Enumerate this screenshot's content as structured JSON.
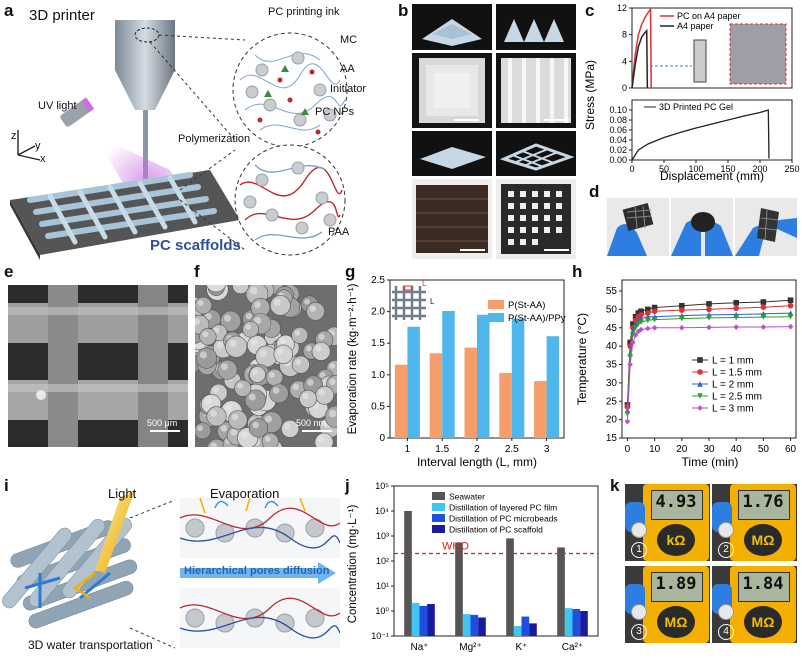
{
  "panels": {
    "a": {
      "letter": "a",
      "printer_label": "3D printer",
      "ink_label": "PC printing ink",
      "components": [
        "MC",
        "AA",
        "Initiator",
        "PC NPs"
      ],
      "uv_label": "UV light",
      "polymerization_label": "Polymerization",
      "paa_label": "PAA",
      "scaffold_label": "PC scaffolds",
      "axes": [
        "z",
        "y",
        "x"
      ]
    },
    "b": {
      "letter": "b"
    },
    "c": {
      "letter": "c"
    },
    "d": {
      "letter": "d"
    },
    "e": {
      "letter": "e",
      "scale_label": "500 μm"
    },
    "f": {
      "letter": "f",
      "scale_label": "500 nm"
    },
    "g": {
      "letter": "g",
      "L_label": "L"
    },
    "h": {
      "letter": "h"
    },
    "i": {
      "letter": "i",
      "light_label": "Light",
      "evaporation_label": "Evaporation",
      "pores_label": "Hierarchical pores diffusion",
      "transport_label": "3D water transportation"
    },
    "j": {
      "letter": "j",
      "who_label": "WHO"
    },
    "k": {
      "letter": "k",
      "readings": [
        {
          "value": "4.93",
          "unit": "kΩ",
          "num": "1"
        },
        {
          "value": "1.76",
          "unit": "MΩ",
          "num": "2"
        },
        {
          "value": "1.89",
          "unit": "MΩ",
          "num": "3"
        },
        {
          "value": "1.84",
          "unit": "MΩ",
          "num": "4"
        }
      ]
    }
  },
  "chart_data": [
    {
      "id": "c-top",
      "type": "line",
      "legend": [
        "PC on A4 paper",
        "A4 paper"
      ],
      "series": [
        {
          "name": "PC on A4 paper",
          "color": "#e03030",
          "x": [
            0,
            0.5,
            1,
            1.5,
            2,
            2.5,
            2.9,
            3.0
          ],
          "y": [
            0,
            5,
            8,
            9.5,
            10.5,
            11.3,
            11.8,
            0
          ]
        },
        {
          "name": "A4 paper",
          "color": "#222222",
          "x": [
            0,
            0.5,
            1,
            1.5,
            2,
            2.3,
            2.4
          ],
          "y": [
            0,
            3.5,
            6.2,
            7.6,
            8.3,
            8.6,
            0
          ]
        }
      ]
    },
    {
      "id": "c-bottom",
      "type": "line",
      "ylabel": "Stress (MPa)",
      "xlabel": "Displacement (mm)",
      "xlim": [
        0,
        250
      ],
      "ylim": [
        0,
        0.12
      ],
      "xticks": [
        0,
        50,
        100,
        150,
        200,
        250
      ],
      "yticks": [
        0,
        0.02,
        0.04,
        0.06,
        0.08,
        0.1
      ],
      "ytick_labels": [
        "0.00",
        "0.02",
        "0.04",
        "0.06",
        "0.08",
        "0.10"
      ],
      "top_yticks": [
        0,
        4,
        8,
        12
      ],
      "series": [
        {
          "name": "3D Printed PC Gel",
          "color": "#222222",
          "x": [
            0,
            10,
            25,
            50,
            75,
            100,
            125,
            150,
            175,
            200,
            213,
            214
          ],
          "y": [
            0,
            0.02,
            0.032,
            0.045,
            0.055,
            0.064,
            0.072,
            0.08,
            0.088,
            0.095,
            0.1,
            0.003
          ]
        }
      ]
    },
    {
      "id": "g",
      "type": "bar",
      "xlabel": "Interval length (L, mm)",
      "ylabel": "Evaporation rate (kg·m⁻²·h⁻¹)",
      "categories": [
        "1",
        "1.5",
        "2",
        "2.5",
        "3"
      ],
      "ylim": [
        0,
        2.5
      ],
      "yticks": [
        0,
        0.5,
        1.0,
        1.5,
        2.0,
        2.5
      ],
      "ytick_labels": [
        "0",
        "0.5",
        "1.0",
        "1.5",
        "2.0",
        "2.5"
      ],
      "series": [
        {
          "name": "P(St-AA)",
          "color": "#f59e6b",
          "values": [
            1.16,
            1.34,
            1.43,
            1.03,
            0.9
          ]
        },
        {
          "name": "P(St-AA)/PPy",
          "color": "#4fb7ee",
          "values": [
            1.76,
            2.01,
            1.95,
            1.89,
            1.61
          ]
        }
      ]
    },
    {
      "id": "h",
      "type": "line",
      "xlabel": "Time (min)",
      "ylabel": "Temperature (°C)",
      "xlim": [
        -2,
        62
      ],
      "ylim": [
        15,
        58
      ],
      "xticks": [
        0,
        10,
        20,
        30,
        40,
        50,
        60
      ],
      "yticks": [
        15,
        20,
        25,
        30,
        35,
        40,
        45,
        50,
        55
      ],
      "x": [
        0,
        1,
        2,
        3,
        4,
        5,
        7.5,
        10,
        20,
        30,
        40,
        50,
        60
      ],
      "series": [
        {
          "name": "L = 1 mm",
          "color": "#333333",
          "marker": "square",
          "values": [
            24,
            41,
            46,
            48,
            49,
            49.5,
            50,
            50.5,
            51,
            51.5,
            51.8,
            52,
            52.5
          ]
        },
        {
          "name": "L = 1.5 mm",
          "color": "#e03030",
          "marker": "circle",
          "values": [
            23.5,
            40,
            45,
            47,
            48,
            48.5,
            49,
            49.5,
            49.8,
            50,
            50.3,
            50.6,
            51
          ]
        },
        {
          "name": "L = 2 mm",
          "color": "#2f5fd0",
          "marker": "triangle",
          "values": [
            22.5,
            38,
            44,
            46,
            47,
            47.5,
            48,
            48,
            48.3,
            48.5,
            48.6,
            48.8,
            49
          ]
        },
        {
          "name": "L = 2.5 mm",
          "color": "#2ca02c",
          "marker": "triangle-down",
          "values": [
            21.5,
            37,
            43,
            45,
            46,
            46.5,
            47,
            47.2,
            47.5,
            47.7,
            47.8,
            47.9,
            48
          ]
        },
        {
          "name": "L = 3 mm",
          "color": "#b84fd6",
          "marker": "diamond",
          "values": [
            19.5,
            35,
            41,
            43,
            44,
            44.5,
            44.8,
            45,
            45,
            45.1,
            45.2,
            45.2,
            45.3
          ]
        }
      ]
    },
    {
      "id": "j",
      "type": "bar",
      "log": true,
      "ylabel": "Concentration (mg·L⁻¹)",
      "categories": [
        "Na⁺",
        "Mg²⁺",
        "K⁺",
        "Ca²⁺"
      ],
      "ylim_exp": [
        -1,
        5
      ],
      "ytick_labels": [
        "10⁻¹",
        "10⁰",
        "10¹",
        "10²",
        "10³",
        "10⁴",
        "10⁵"
      ],
      "who_level": 200,
      "series": [
        {
          "name": "Seawater",
          "color": "#555555",
          "values": [
            10000,
            550,
            800,
            350
          ]
        },
        {
          "name": "Distillation of layered PC film",
          "color": "#3ec6f0",
          "values": [
            2.1,
            0.75,
            0.25,
            1.3
          ]
        },
        {
          "name": "Distillation of PC microbeads",
          "color": "#1f4fe0",
          "values": [
            1.6,
            0.7,
            0.6,
            1.2
          ]
        },
        {
          "name": "Distillation of PC scaffold",
          "color": "#1a1a9e",
          "values": [
            1.9,
            0.55,
            0.32,
            1.0
          ]
        }
      ]
    }
  ]
}
